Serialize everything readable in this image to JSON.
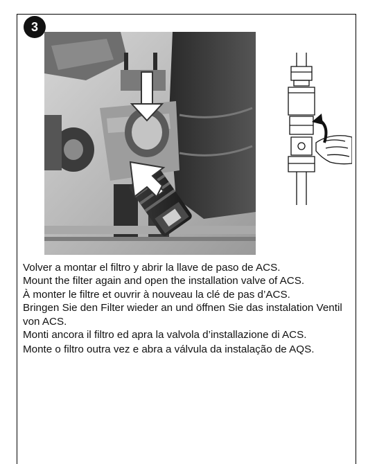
{
  "step": {
    "number": "3"
  },
  "illustrations": {
    "main_photo": "filter-mounting-photo",
    "side_drawing": "valve-opening-drawing"
  },
  "instructions": [
    "Volver a montar el filtro y abrir la llave de paso de ACS.",
    "Mount the filter again and  open the installation valve of ACS.",
    "À monter le filtre et ouvrir à nouveau la clé de pas d’ACS.",
    "Bringen Sie den Filter wieder an und öffnen Sie das instalation Ventil von ACS.",
    "Monti ancora il filtro ed apra la valvola d’installazione di ACS.",
    "Monte o filtro outra vez e abra a válvula da instalação de AQS."
  ]
}
